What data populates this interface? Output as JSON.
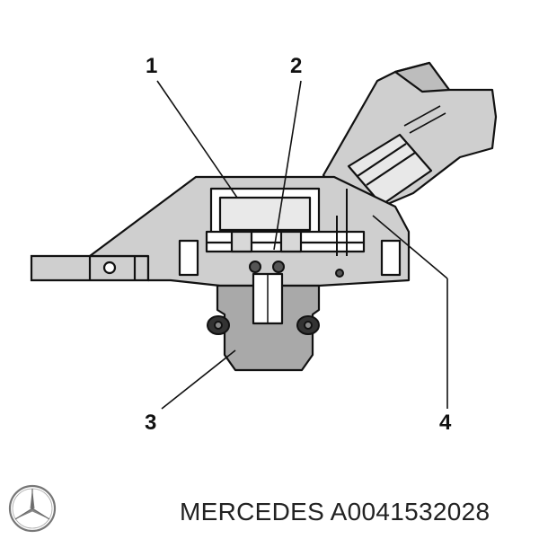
{
  "callouts": {
    "one": "1",
    "two": "2",
    "three": "3",
    "four": "4"
  },
  "caption": {
    "brand": "MERCEDES",
    "part_number": "A0041532028"
  },
  "colors": {
    "housing_fill": "#cfcfcf",
    "seal_fill": "#a9a9a9",
    "outline": "#111111",
    "background": "#ffffff"
  },
  "logo": {
    "icon": "mercedes-star-icon"
  }
}
